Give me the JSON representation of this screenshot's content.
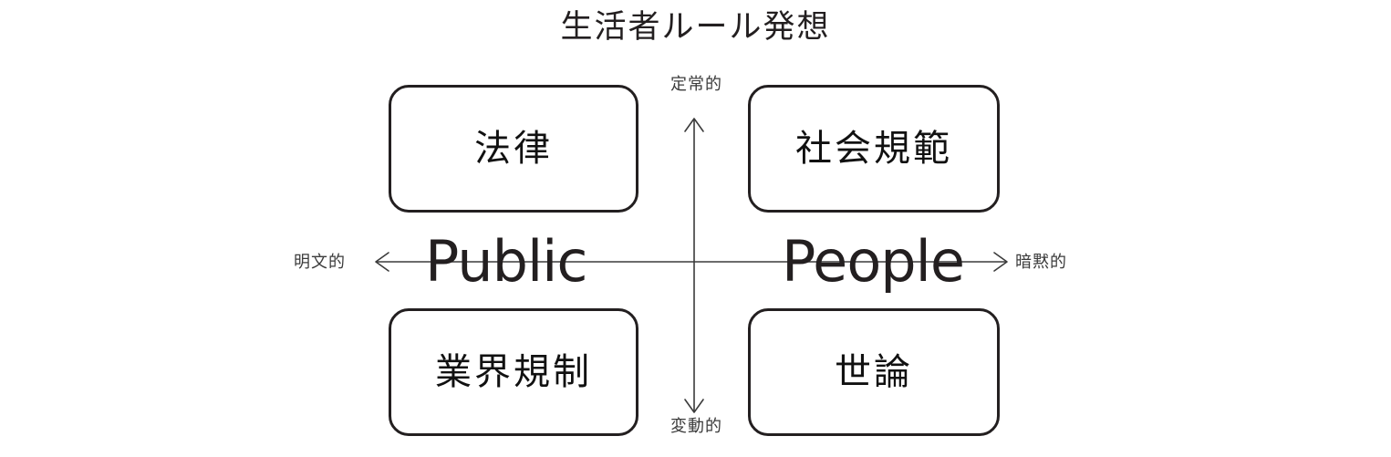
{
  "diagram": {
    "title": "生活者ルール発想",
    "type": "2x2-matrix",
    "axes": {
      "vertical": {
        "top_label": "定常的",
        "bottom_label": "変動的",
        "arrow_top": true,
        "arrow_bottom": true
      },
      "horizontal": {
        "left_label": "明文的",
        "right_label": "暗黙的",
        "arrow_left": true,
        "arrow_right": true
      }
    },
    "center_words": {
      "left": "Public",
      "right": "People"
    },
    "quadrants": [
      {
        "position": "top-left",
        "label": "法律"
      },
      {
        "position": "top-right",
        "label": "社会規範"
      },
      {
        "position": "bottom-left",
        "label": "業界規制"
      },
      {
        "position": "bottom-right",
        "label": "世論"
      }
    ],
    "colors": {
      "ink": "#231f20",
      "background": "#ffffff",
      "axis": "#3b3b3b",
      "caption": "#3b3b3b"
    }
  }
}
